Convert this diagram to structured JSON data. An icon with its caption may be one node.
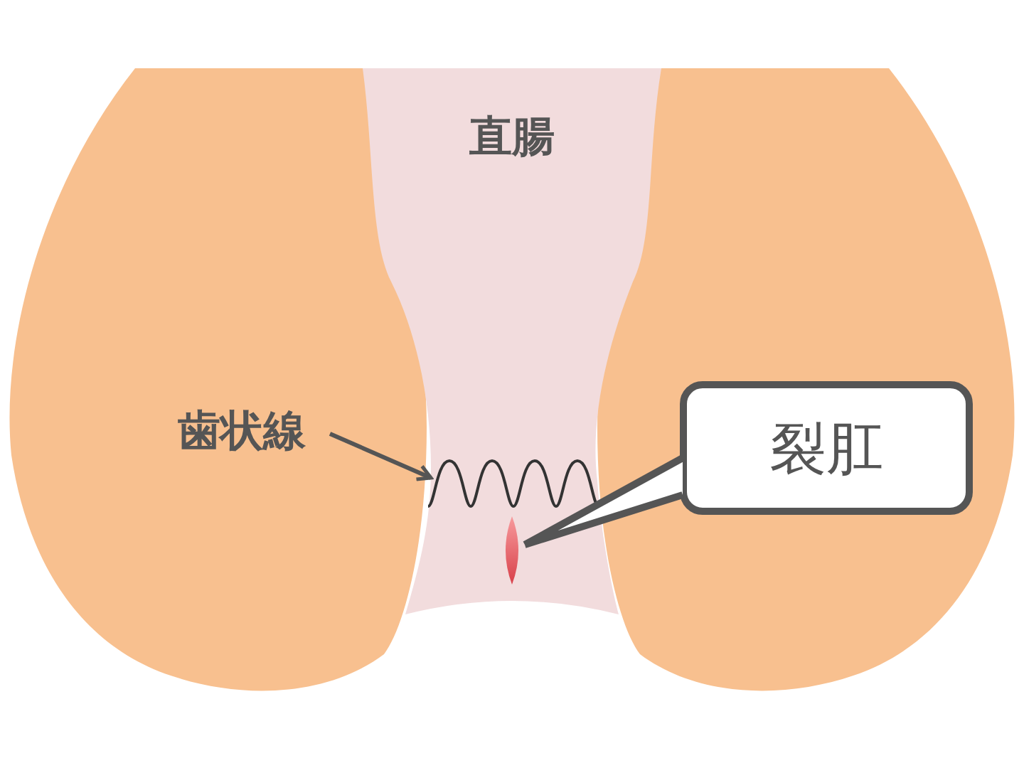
{
  "diagram": {
    "nodes": [
      {
        "text": [
          "直腸"
        ]
      },
      {
        "text": [
          "歯状線"
        ]
      },
      {
        "text": [],
        "shape": "line",
        "in": 0
      },
      {
        "text": [
          "裂肛"
        ]
      },
      {
        "text": [],
        "shape": "lens",
        "in": 0
      }
    ],
    "edges": [
      {
        "from": 1,
        "to": 2,
        "arrow": "to"
      },
      {
        "from": 3,
        "to": 4,
        "arrow": "none"
      }
    ]
  }
}
